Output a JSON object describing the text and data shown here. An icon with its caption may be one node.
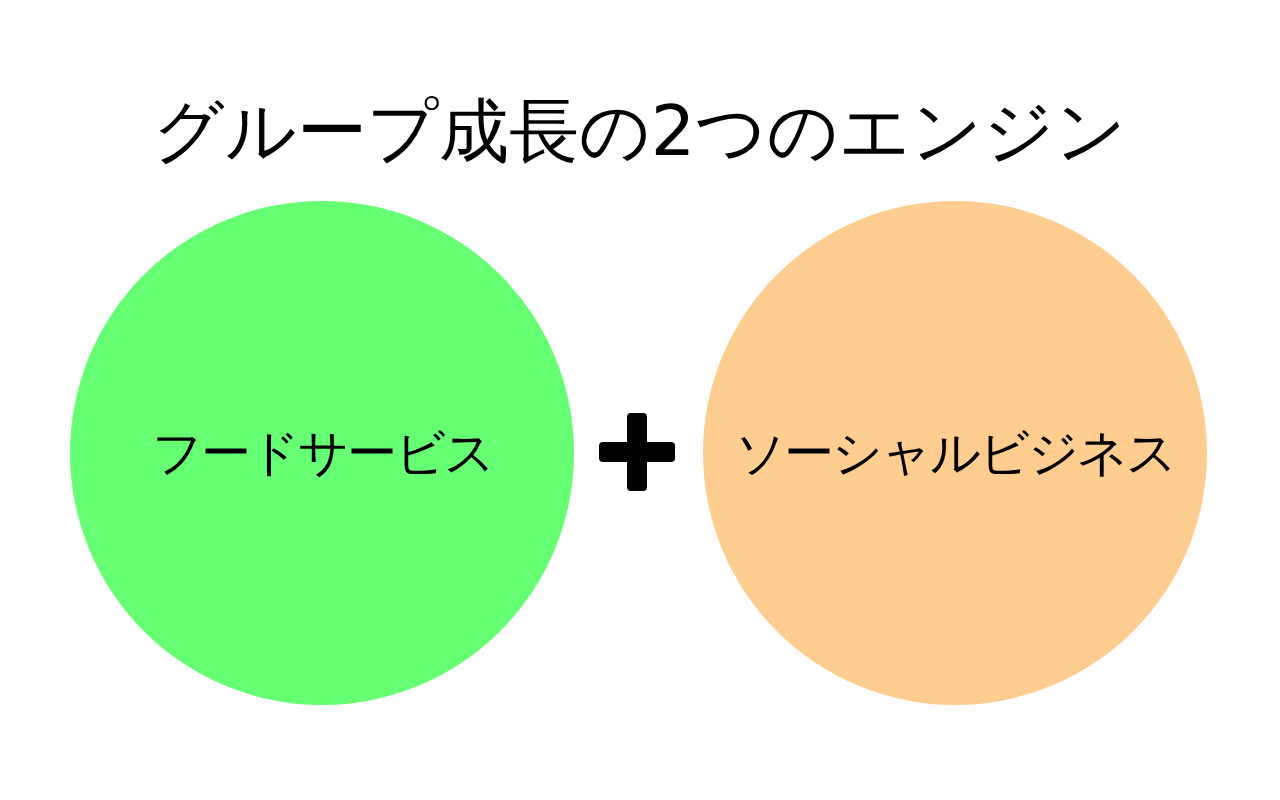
{
  "diagram": {
    "title": "グループ成長の2つのエンジン",
    "nodes": [
      {
        "text": [
          "フードサービス"
        ]
      },
      {
        "text": [
          "ソーシャルビジネス"
        ]
      }
    ]
  }
}
